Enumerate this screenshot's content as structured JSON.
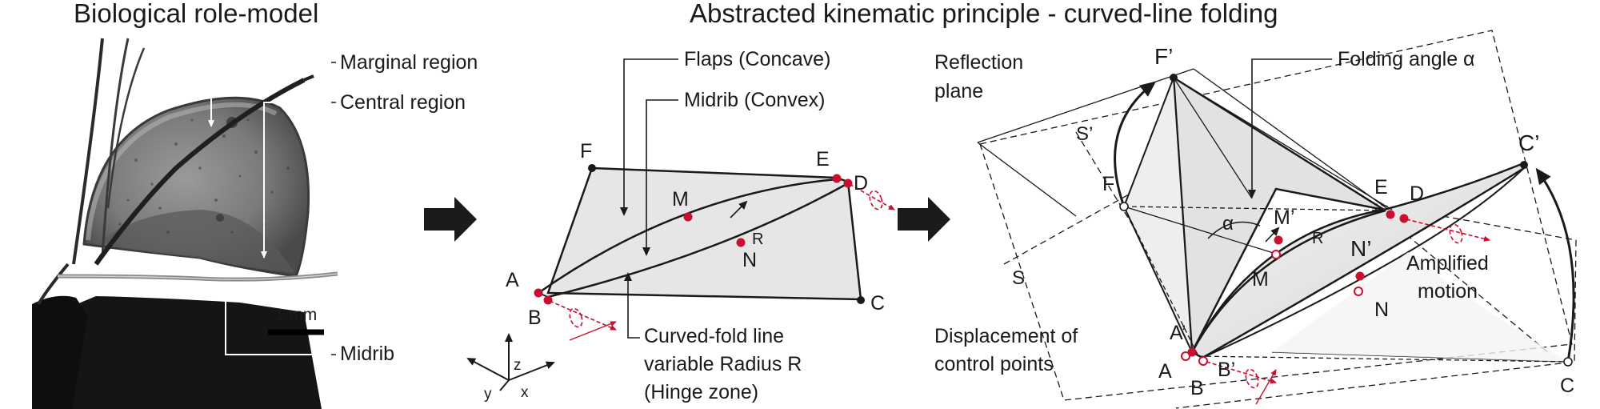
{
  "titles": {
    "left": "Biological role-model",
    "right": "Abstracted kinematic principle - curved-line folding"
  },
  "panel_a": {
    "marginal_region": "Marginal region",
    "central_region": "Central region",
    "midrib": "Midrib",
    "scale_bar": "1 mm"
  },
  "panel_b": {
    "flaps": "Flaps (Concave)",
    "midrib": "Midrib (Convex)",
    "curved_fold_line_1": "Curved-fold line",
    "curved_fold_line_2": "variable Radius R",
    "curved_fold_line_3": "(Hinge zone)",
    "points": {
      "F": "F",
      "E": "E",
      "D": "D",
      "M": "M",
      "N": "N",
      "A": "A",
      "B": "B",
      "C": "C",
      "R": "R"
    },
    "axes": {
      "x": "x",
      "y": "y",
      "z": "z"
    }
  },
  "panel_c": {
    "reflection_plane_1": "Reflection",
    "reflection_plane_2": "plane",
    "folding_angle": "Folding angle α",
    "amplified_1": "Amplified",
    "amplified_2": "motion",
    "displacement_1": "Displacement of",
    "displacement_2": "control points",
    "points": {
      "F_prime": "F’",
      "S_prime": "S’",
      "F": "F",
      "alpha": "α",
      "M_prime": "M’",
      "R": "R",
      "M": "M",
      "E": "E",
      "D": "D",
      "N_prime": "N’",
      "N": "N",
      "C_prime": "C’",
      "S": "S",
      "A_prime": "A’",
      "A": "A",
      "B": "B",
      "B_prime": "B’",
      "C": "C"
    }
  },
  "colors": {
    "red": "#c8102e",
    "surface": "#e6e6e6",
    "arrow": "#2b2b2b"
  }
}
